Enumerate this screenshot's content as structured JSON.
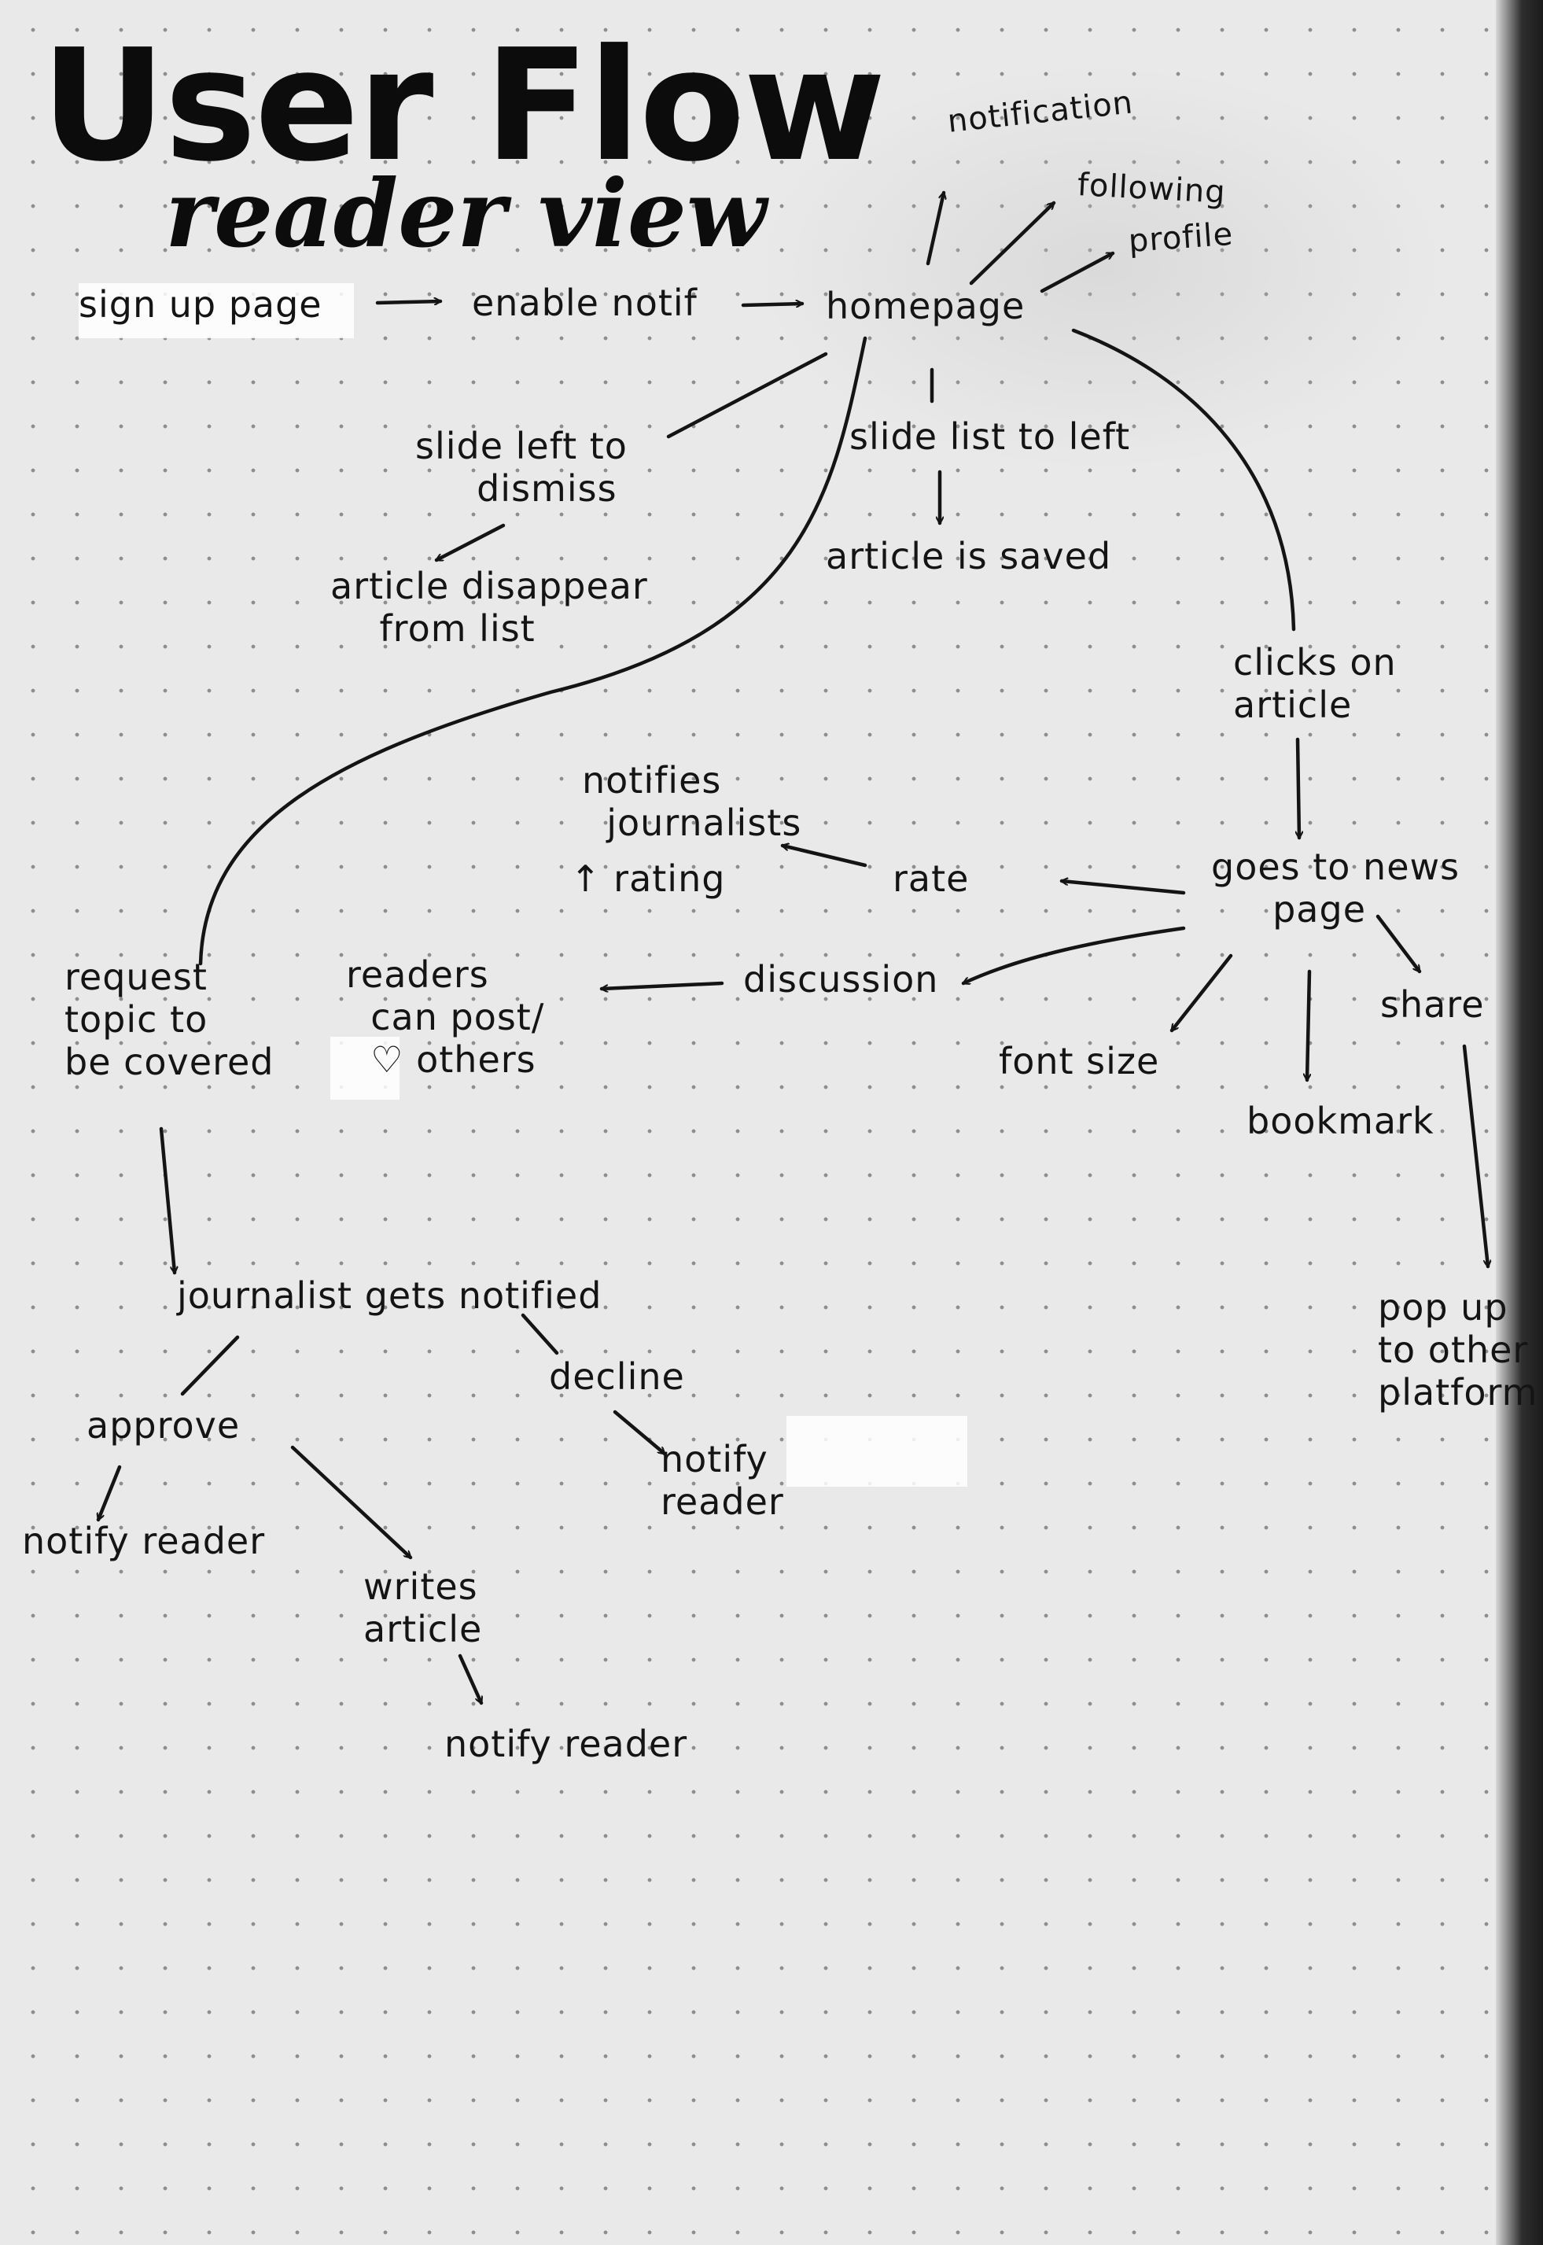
{
  "title": "User Flow",
  "subtitle": "reader view",
  "nodes": {
    "sign_up_page": "sign up page",
    "enable_notif": "enable notif",
    "homepage": "homepage",
    "notification": "notification",
    "following": "following",
    "profile": "profile",
    "slide_left_dismiss": "slide left to\n     dismiss",
    "article_disappear": "article disappear\n    from list",
    "slide_list_left": "slide list to left",
    "article_saved": "article is saved",
    "clicks_on_article": "clicks on\narticle",
    "goes_to_news_page": "goes to news\n     page",
    "rate": "rate",
    "notifies_journalists": "notifies\n  journalists",
    "rating_up": "↑ rating",
    "discussion": "discussion",
    "readers_can_post": "readers\n  can post/\n  ♡ others",
    "font_size": "font size",
    "bookmark": "bookmark",
    "share": "share",
    "pop_up": "pop up\nto other\nplatform",
    "request_topic": "request\ntopic to\nbe covered",
    "journalist_notified": "journalist gets notified",
    "approve": "approve",
    "decline": "decline",
    "notify_reader_approve": "notify reader",
    "notify_reader_decline": "notify\nreader",
    "writes_article": "writes\narticle",
    "notify_reader_final": "notify reader"
  },
  "colors": {
    "paper": "#e9e9e9",
    "ink": "#141414",
    "dot": "#8e8e8e"
  }
}
